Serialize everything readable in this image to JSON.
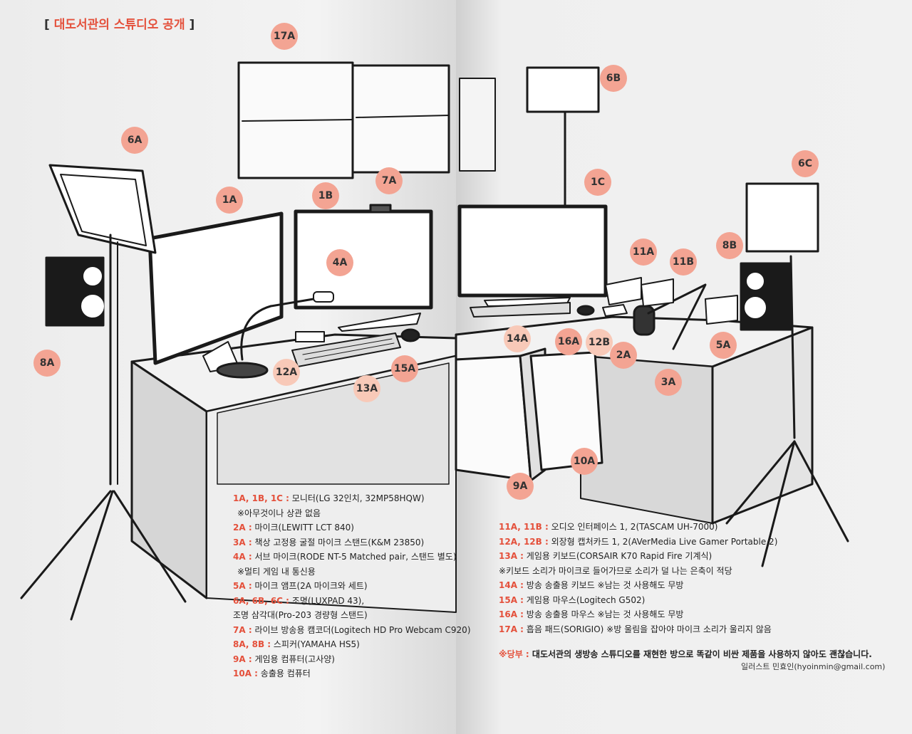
{
  "header": {
    "open": "[ ",
    "title": "대도서관의 스튜디오 공개",
    "close": " ]"
  },
  "labels": {
    "l17A": "17A",
    "l6A": "6A",
    "l1A": "1A",
    "l1B": "1B",
    "l7A": "7A",
    "l4A": "4A",
    "l8A": "8A",
    "l12A": "12A",
    "l13A": "13A",
    "l15A": "15A",
    "l6B": "6B",
    "l1C": "1C",
    "l6C": "6C",
    "l8B": "8B",
    "l11A": "11A",
    "l11B": "11B",
    "l14A": "14A",
    "l16A": "16A",
    "l12B": "12B",
    "l2A": "2A",
    "l5A": "5A",
    "l3A": "3A",
    "l10A": "10A",
    "l9A": "9A"
  },
  "legend_left": [
    {
      "key": "1A, 1B, 1C :",
      "text": " 모니터(LG 32인치, 32MP58HQW)"
    },
    {
      "key": "",
      "text": "※아무것이나 상관 없음",
      "note": true
    },
    {
      "key": "2A :",
      "text": " 마이크(LEWITT LCT 840)"
    },
    {
      "key": "3A :",
      "text": " 책상 고정용 굴절 마이크 스탠드(K&M 23850)"
    },
    {
      "key": "4A :",
      "text": " 서브 마이크(RODE NT-5 Matched pair, 스탠드 별도)"
    },
    {
      "key": "",
      "text": "※멀티 게임 내 통신용",
      "note": true
    },
    {
      "key": "5A :",
      "text": " 마이크 앰프(2A 마이크와 세트)"
    },
    {
      "key": "6A, 6B, 6C :",
      "text": " 조명(LUXPAD 43),"
    },
    {
      "key": "",
      "text": "조명 삼각대(Pro-203 경량형 스탠드)"
    },
    {
      "key": "7A :",
      "text": " 라이브 방송용 캠코더(Logitech HD Pro Webcam C920)"
    },
    {
      "key": "8A, 8B :",
      "text": " 스피커(YAMAHA HS5)"
    },
    {
      "key": "9A :",
      "text": " 게임용 컴퓨터(고사양)"
    },
    {
      "key": "10A :",
      "text": " 송출용 컴퓨터"
    }
  ],
  "legend_right": [
    {
      "key": "11A, 11B :",
      "text": " 오디오 인터페이스 1, 2(TASCAM UH-7000)"
    },
    {
      "key": "12A, 12B :",
      "text": " 외장형 캡처카드 1, 2(AVerMedia Live Gamer Portable 2)"
    },
    {
      "key": "13A :",
      "text": " 게임용 키보드(CORSAIR K70 Rapid Fire 기계식)"
    },
    {
      "key": "",
      "text": "※키보드 소리가 마이크로 들어가므로 소리가 덜 나는 은축이 적당"
    },
    {
      "key": "14A :",
      "text": " 방송 송출용 키보드 ※남는 것 사용해도 무방"
    },
    {
      "key": "15A :",
      "text": " 게임용 마우스(Logitech G502)"
    },
    {
      "key": "16A :",
      "text": " 방송 송출용 마우스 ※남는 것 사용해도 무방"
    },
    {
      "key": "17A :",
      "text": " 흡음 패드(SORIGIO) ※방 울림을 잡아야 마이크 소리가 울리지 않음"
    }
  ],
  "footer": {
    "key": "※당부 :",
    "text": " 대도서관의 생방송 스튜디오를 재현한 방으로 똑같이 비싼 제품을 사용하지 않아도 괜찮습니다."
  },
  "credit": "일러스트 민효인(hyoinmin@gmail.com)"
}
